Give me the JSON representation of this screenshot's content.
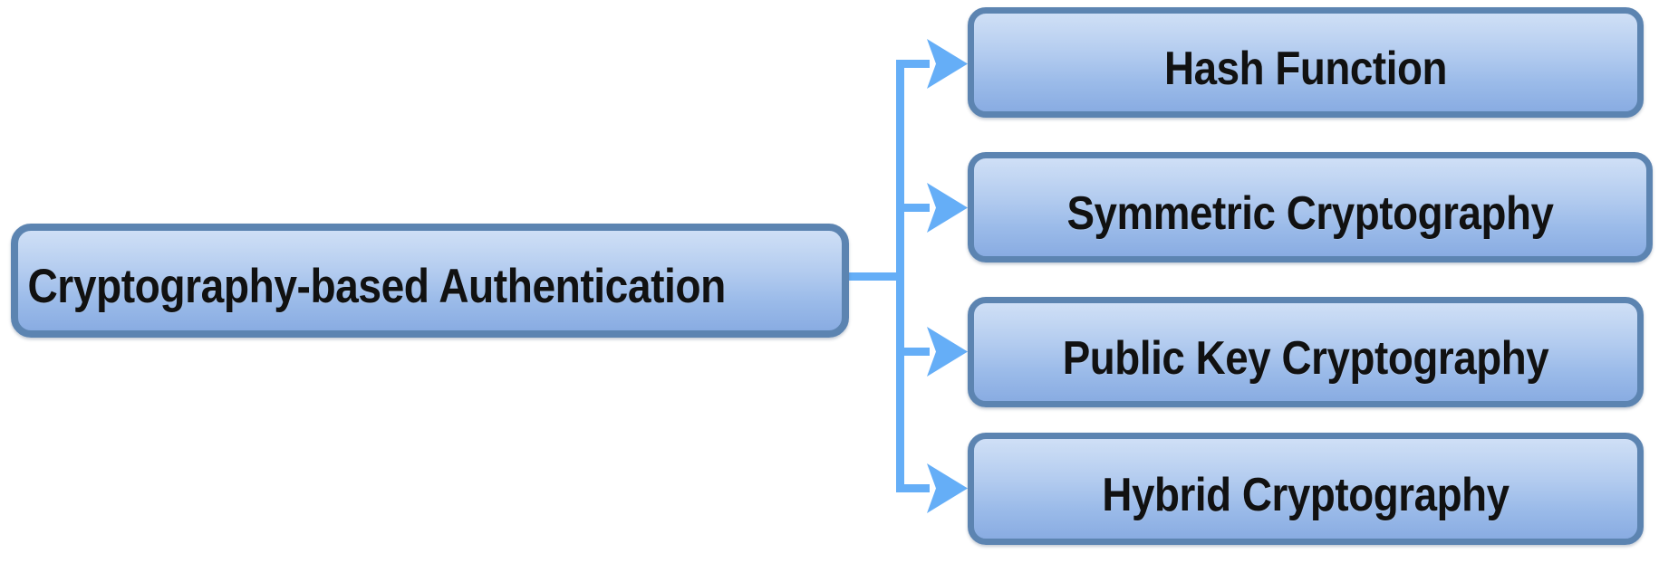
{
  "diagram": {
    "type": "tree",
    "orientation": "left-to-right",
    "title_node": "Cryptography-based Authentication",
    "background_color": "#ffffff",
    "node_style": {
      "fill_top": "#cfdff6",
      "fill_bottom": "#89ace2",
      "border_color": "#5c84b1",
      "text_color": "#111111"
    },
    "connector_style": {
      "color": "#65aef7",
      "line_width": 9,
      "arrow_head": "concave-barbed"
    }
  },
  "root": {
    "label": "Cryptography-based Authentication"
  },
  "children": [
    {
      "id": "hash",
      "label": "Hash Function"
    },
    {
      "id": "symm",
      "label": "Symmetric Cryptography"
    },
    {
      "id": "public",
      "label": "Public Key Cryptography"
    },
    {
      "id": "hybrid",
      "label": "Hybrid Cryptography"
    }
  ],
  "edges": [
    {
      "from": "root",
      "to": "hash",
      "arrow": "arrow-icon"
    },
    {
      "from": "root",
      "to": "symm",
      "arrow": "arrow-icon"
    },
    {
      "from": "root",
      "to": "public",
      "arrow": "arrow-icon"
    },
    {
      "from": "root",
      "to": "hybrid",
      "arrow": "arrow-icon"
    }
  ]
}
